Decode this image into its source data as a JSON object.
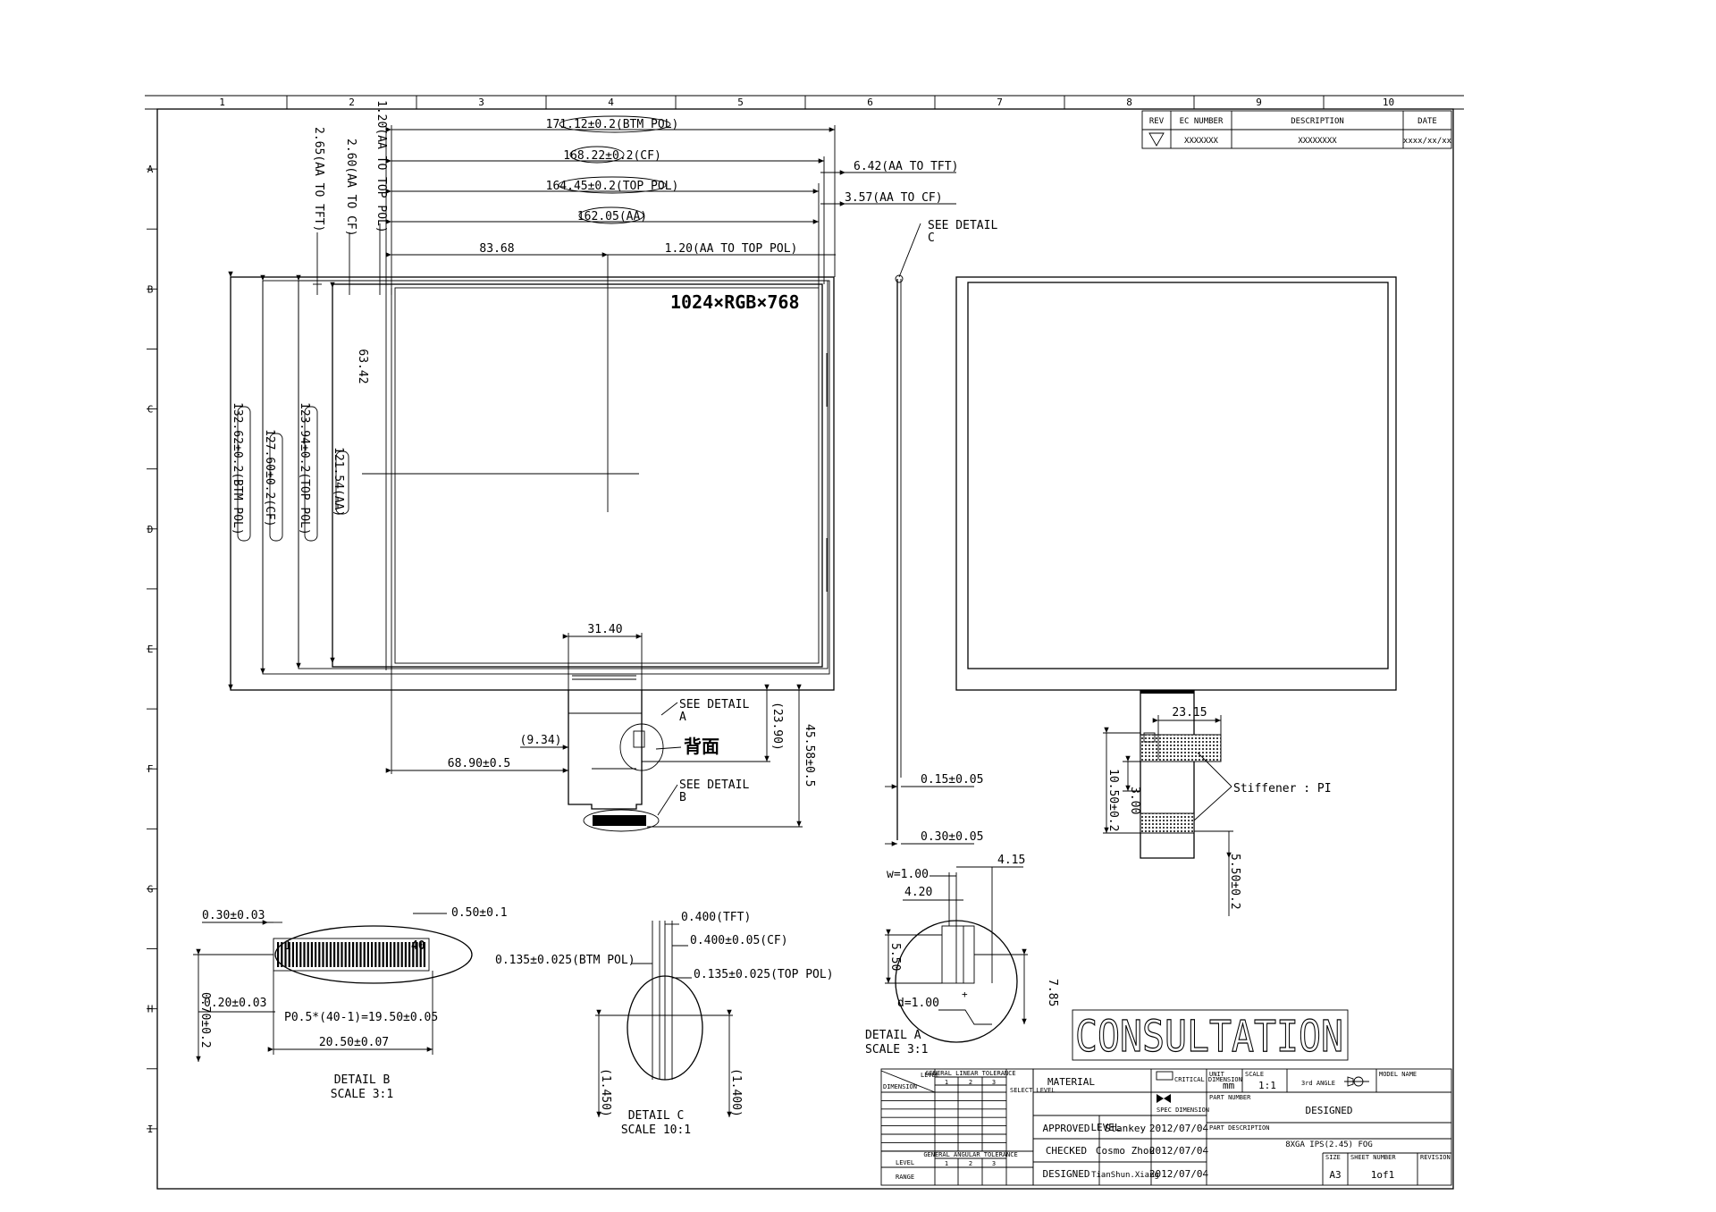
{
  "grid": {
    "columns": [
      "1",
      "2",
      "3",
      "4",
      "5",
      "6",
      "7",
      "8",
      "9",
      "10"
    ],
    "rows": [
      "A",
      "B",
      "C",
      "D",
      "E",
      "F",
      "G",
      "H",
      "I"
    ]
  },
  "revision_block": {
    "headers": [
      "REV",
      "EC NUMBER",
      "DESCRIPTION",
      "DATE"
    ],
    "row": [
      "",
      "XXXXXXX",
      "XXXXXXXX",
      "xxxx/xx/xx"
    ]
  },
  "front_view": {
    "width_labels": [
      "171.12±0.2(BTM POL)",
      "168.22±0.2(CF)",
      "164.45±0.2(TOP POL)",
      "162.05(AA)",
      "83.68",
      "1.20(AA TO TOP POL)"
    ],
    "right_labels": [
      "6.42(AA TO TFT)",
      "3.57(AA TO CF)"
    ],
    "top_vertical_labels": [
      "2.65(AA TO TFT)",
      "2.60(AA TO CF)",
      "1.20(AA TO TOP POL)"
    ],
    "height_labels": [
      "132.62±0.2(BTM POL)",
      "127.60±0.2(CF)",
      "123.94±0.2(TOP POL)",
      "121.54(AA)"
    ],
    "center_label": "63.42",
    "resolution": "1024×RGB×768",
    "fpc_width": "31.40",
    "offset_a": "(9.34)",
    "offset_b": "68.90±0.5",
    "fpc_v1": "(23.90)",
    "fpc_v2": "45.58±0.5",
    "see_detail_a": [
      "SEE DETAIL",
      "A"
    ],
    "back_label": "背面",
    "see_detail_b": [
      "SEE DETAIL",
      "B"
    ]
  },
  "side_view": {
    "see_detail_c": [
      "SEE DETAIL",
      "C"
    ],
    "t1": "0.15±0.05",
    "t2": "0.30±0.05"
  },
  "rear_view": {
    "fpc_width": "23.15",
    "stiffener": "Stiffener : PI",
    "v1": "10.50±0.2",
    "v2": "3.00",
    "v3": "5.50±0.2"
  },
  "detail_b": {
    "labels": [
      "0.30±0.03",
      "0.50±0.1",
      "0.70±0.2",
      "0.20±0.03",
      "P0.5*(40-1)=19.50±0.05",
      "20.50±0.07"
    ],
    "pin_first": "1",
    "pin_last": "40",
    "caption": [
      "DETAIL B",
      "SCALE 3:1"
    ]
  },
  "detail_c": {
    "labels": [
      "0.400(TFT)",
      "0.400±0.05(CF)",
      "0.135±0.025(BTM POL)",
      "0.135±0.025(TOP POL)",
      "(1.450)",
      "(1.400)"
    ],
    "caption": [
      "DETAIL C",
      "SCALE 10:1"
    ]
  },
  "detail_a": {
    "labels": [
      "w=1.00",
      "4.20",
      "4.15",
      "5.50",
      "7.85",
      "d=1.00"
    ],
    "caption": [
      "DETAIL A",
      "SCALE 3:1"
    ]
  },
  "consultation": "CONSULTATION",
  "tolerance_block": {
    "title_linear": "GENERAL LINEAR TOLERANCE",
    "title_angular": "GENERAL ANGULAR TOLERANCE",
    "level_label": "LEVEL",
    "dimension_label": "DIMENSION",
    "range_label": "RANGE",
    "select_level": "SELECT LEVEL",
    "levels": [
      "1",
      "2",
      "3"
    ]
  },
  "title_block": {
    "material": "MATERIAL",
    "critical": "CRITICAL DIMENSION",
    "spec": "SPEC DIMENSION",
    "unit_label": "UNIT",
    "unit": "mm",
    "scale_label": "SCALE",
    "scale": "1:1",
    "angle": "3rd ANGLE",
    "model_label": "MODEL NAME",
    "part_number_label": "PART NUMBER",
    "part_number": "DESIGNED",
    "part_desc_label": "PART DESCRIPTION",
    "part_desc": "8XGA IPS(2.45) FOG",
    "level": "LEVEL",
    "approved": "APPROVED",
    "approved_name": "Stankey",
    "approved_date": "2012/07/04",
    "checked": "CHECKED",
    "checked_name": "Cosmo Zhou",
    "checked_date": "2012/07/04",
    "designed": "DESIGNED",
    "designed_name": "TianShun.Xiang",
    "designed_date": "2012/07/04",
    "size_label": "SIZE",
    "size": "A3",
    "sheet_label": "SHEET NUMBER",
    "sheet": "1of1",
    "revision_label": "REVISION"
  }
}
